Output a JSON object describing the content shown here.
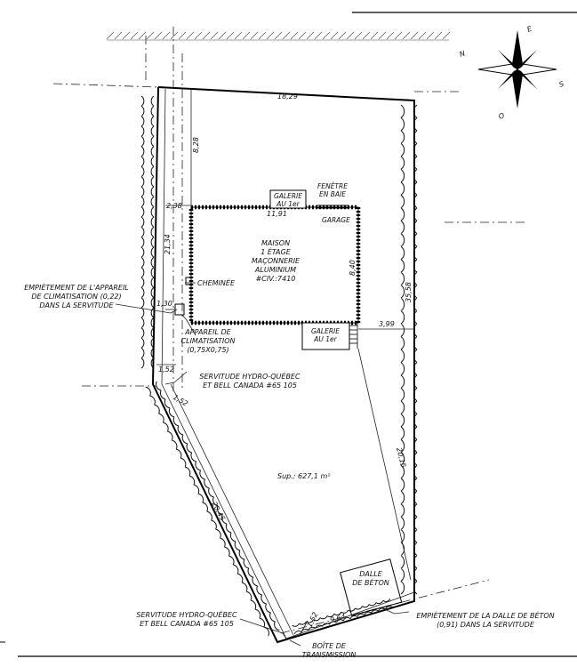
{
  "plan": {
    "dims": {
      "north_boundary": "18,29",
      "west_upper": "21,34",
      "east_boundary": "35,58",
      "southeast": "20,15",
      "southwest": "20,45",
      "south_boundary": "9,64",
      "front_setback": "8,28",
      "west_setback": "2,38",
      "house_width": "11,91",
      "house_depth": "8,40",
      "east_setback": "3,99",
      "ac_distance": "1,30",
      "servitude_width_top": "1,52",
      "servitude_diag": "1,52",
      "servitude_width_bottom": "1,52"
    },
    "house": {
      "lines": [
        "MAISON",
        "1 ÉTAGE",
        "MAÇONNERIE",
        "ALUMINIUM",
        "#CIV.:7410"
      ]
    },
    "labels": {
      "galerie_top": [
        "GALERIE",
        "AU 1er"
      ],
      "fenetre": [
        "FENÊTRE",
        "EN BAIE"
      ],
      "garage": "GARAGE",
      "cheminee": "CHEMINÉE",
      "galerie_bottom": [
        "GALERIE",
        "AU 1er"
      ],
      "appareil": [
        "APPAREIL DE",
        "CLIMATISATION",
        "(0,75X0,75)"
      ],
      "empietement_ac": [
        "EMPIÈTEMENT DE L'APPAREIL",
        "DE CLIMATISATION (0,22)",
        "DANS LA SERVITUDE"
      ],
      "servitude_mid": [
        "SERVITUDE HYDRO-QUÉBEC",
        "ET BELL CANADA #65 105"
      ],
      "servitude_bottom": [
        "SERVITUDE HYDRO-QUÉBEC",
        "ET BELL CANADA #65 105"
      ],
      "superficie": "Sup.: 627,1 m²",
      "dalle": [
        "DALLE",
        "DE BÉTON"
      ],
      "empietement_dalle": [
        "EMPIÈTEMENT DE LA DALLE DE BÉTON",
        "(0,91) DANS LA SERVITUDE"
      ],
      "boite": [
        "BOÎTE DE",
        "TRANSMISSION"
      ]
    },
    "compass": {
      "n": "N",
      "e": "E",
      "s": "S",
      "o": "O"
    }
  }
}
